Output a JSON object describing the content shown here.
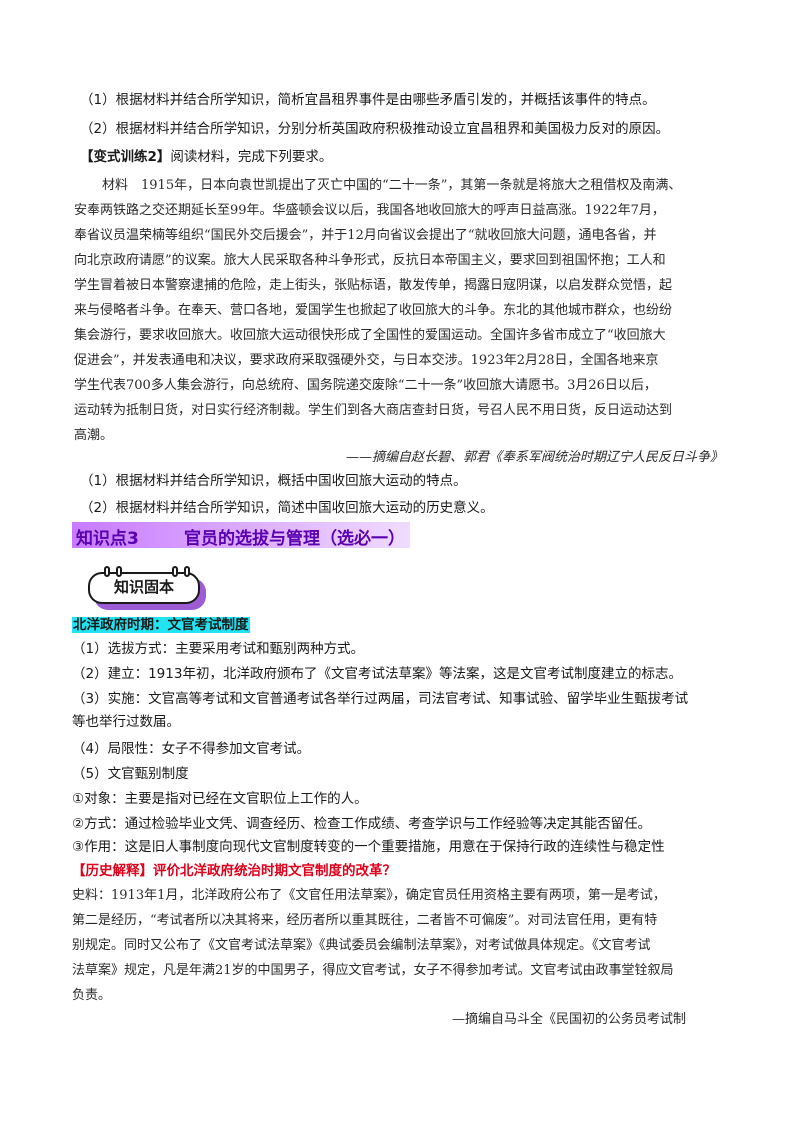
{
  "top_questions": [
    "（1）根据材料并结合所学知识，简析宜昌租界事件是由哪些矛盾引发的，并概括该事件的特点。",
    "（2）根据材料并结合所学知识，分别分析英国政府积极推动设立宜昌租界和美国极力反对的原因。"
  ],
  "exercise_tag": "【变式训练2】",
  "exercise_instruction": "阅读材料，完成下列要求。",
  "material_lines": [
    "材料　1915年，日本向袁世凯提出了灭亡中国的“二十一条”，其第一条就是将旅大之租借权及南满、",
    "安奉两铁路之交还期延长至99年。华盛顿会议以后，我国各地收回旅大的呼声日益高涨。1922年7月，",
    "奉省议员温荣楠等组织“国民外交后援会”，并于12月向省议会提出了“就收回旅大问题，通电各省，并",
    "向北京政府请愿”的议案。旅大人民采取各种斗争形式，反抗日本帝国主义，要求回到祖国怀抱；工人和",
    "学生冒着被日本警察逮捕的危险，走上街头，张贴标语，散发传单，揭露日寇阴谋，以启发群众觉悟，起",
    "来与侵略者斗争。在奉天、营口各地，爱国学生也掀起了收回旅大的斗争。东北的其他城市群众，也纷纷",
    "集会游行，要求收回旅大。收回旅大运动很快形成了全国性的爱国运动。全国许多省市成立了“收回旅大",
    "促进会”，并发表通电和决议，要求政府采取强硬外交，与日本交涉。1923年2月28日，全国各地来京",
    "学生代表700多人集会游行，向总统府、国务院递交废除“二十一条”收回旅大请愿书。3月26日以后，",
    "运动转为抵制日货，对日实行经济制裁。学生们到各大商店查封日货，号召人民不用日货，反日运动达到",
    "高潮。"
  ],
  "material_source": "——摘编自赵长碧、郭君《奉系军阀统治时期辽宁人民反日斗争》",
  "exercise_questions": [
    "（1）根据材料并结合所学知识，概括中国收回旅大运动的特点。",
    "（2）根据材料并结合所学知识，简述中国收回旅大运动的历史意义。"
  ],
  "knowledge_point": {
    "number": "知识点3",
    "title": "官员的选拔与管理（选必一）"
  },
  "badge_label": "知识固本",
  "section_title": "北洋政府时期：文官考试制度",
  "content_lines": [
    "（1）选拔方式：主要采用考试和甄别两种方式。",
    "（2）建立：1913年初，北洋政府颁布了《文官考试法草案》等法案，这是文官考试制度建立的标志。",
    "（3）实施：文官高等考试和文官普通考试各举行过两届，司法官考试、知事试验、留学毕业生甄拔考试",
    "等也举行过数届。",
    "（4）局限性：女子不得参加文官考试。",
    "（5）文官甄别制度",
    "①对象：主要是指对已经在文官职位上工作的人。",
    "②方式：通过检验毕业文凭、调查经历、检查工作成绩、考查学识与工作经验等决定其能否留任。",
    "③作用：这是旧人事制度向现代文官制度转变的一个重要措施，用意在于保持行政的连续性与稳定性"
  ],
  "history_explain": {
    "tag": "【历史解释】",
    "question": "评价北洋政府统治时期文官制度的改革？"
  },
  "source_lines": [
    "史料：1913年1月，北洋政府公布了《文官任用法草案》，确定官员任用资格主要有两项，第一是考试，",
    "第二是经历，“考试者所以决其将来，经历者所以重其既往，二者皆不可偏废”。对司法官任用，更有特",
    "别规定。同时又公布了《文官考试法草案》《典试委员会编制法草案》，对考试做具体规定。《文官考试",
    "法草案》规定，凡是年满21岁的中国男子，得应文官考试，女子不得参加考试。文官考试由政事堂铨叙局",
    "负责。"
  ],
  "source_citation": "—摘编自马斗全《民国初的公务员考试制",
  "colors": {
    "heading_text": "#5a00b0",
    "heading_gradient_start": "#c87aff",
    "highlight_cyan": "#22e3f2",
    "red": "#e0001b",
    "badge_shadow": "#9d5bd6"
  }
}
